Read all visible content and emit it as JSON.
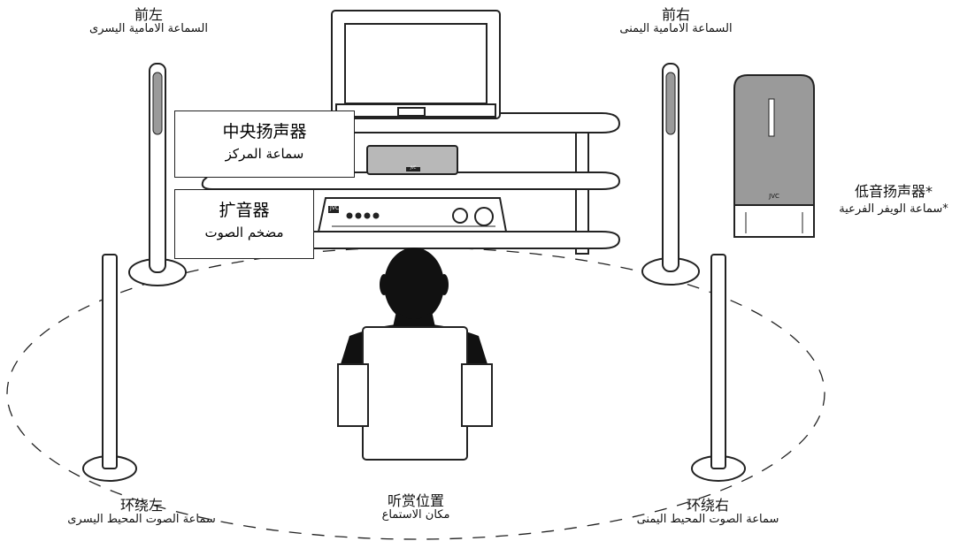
{
  "labels": {
    "front_left": {
      "zh": "前左",
      "ar": "السماعة الامامية اليسرى"
    },
    "front_right": {
      "zh": "前右",
      "ar": "السماعة الامامية اليمنى"
    },
    "center": {
      "zh": "中央扬声器",
      "ar": "سماعة المركز"
    },
    "amplifier": {
      "zh": "扩音器",
      "ar": "مضخم الصوت"
    },
    "subwoofer": {
      "zh": "低音扬声器*",
      "ar": "*سماعة الويفر الفرعية"
    },
    "surround_left": {
      "zh": "环绕左",
      "ar": "سماعة الصوت المحيط اليسرى"
    },
    "surround_right": {
      "zh": "环绕右",
      "ar": "سماعة الصوت المحيط اليمنى"
    },
    "listening": {
      "zh": "听赏位置",
      "ar": "مكان الاستماع"
    }
  },
  "device_brand": "JVC",
  "colors": {
    "line": "#222222",
    "dark": "#111111",
    "gray": "#9a9a9a",
    "fill": "#ffffff"
  }
}
